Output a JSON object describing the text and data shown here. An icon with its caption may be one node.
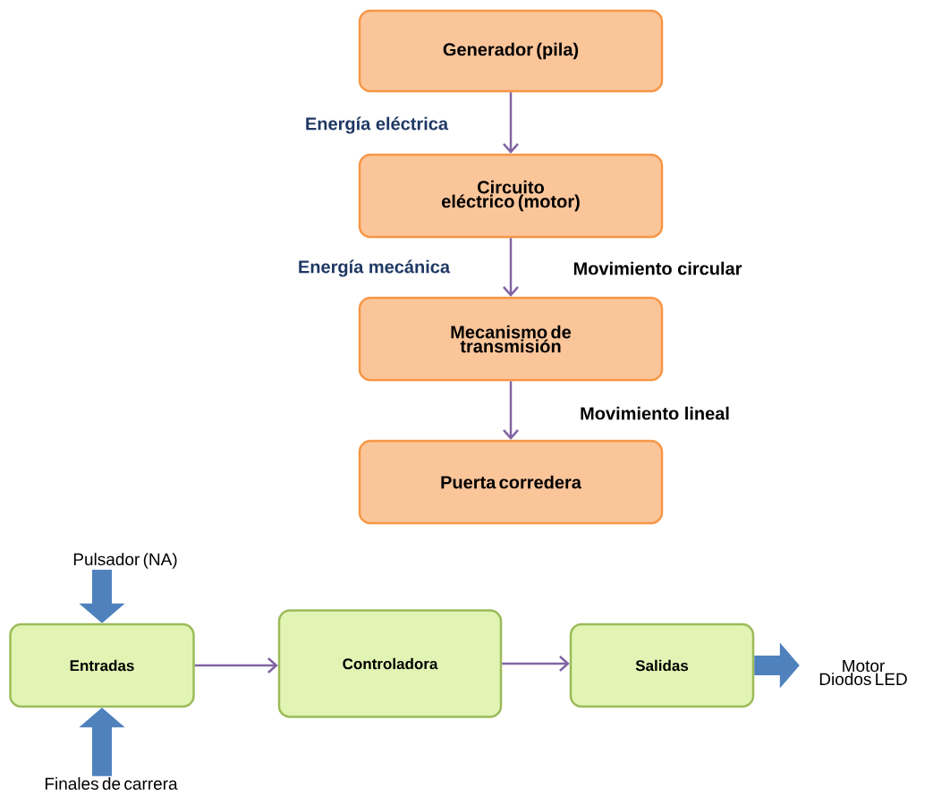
{
  "diagram": {
    "nodes": [
      {
        "text": [
          "Generador (pila)"
        ]
      },
      {
        "text": [
          "Circuito eléctrico (motor)"
        ]
      },
      {
        "text": [
          "Mecanismo de transmisión"
        ]
      },
      {
        "text": [
          "Puerta corredera"
        ]
      },
      {
        "text": [
          "Entradas"
        ]
      },
      {
        "text": [
          "Controladora"
        ]
      },
      {
        "text": [
          "Salidas"
        ]
      },
      {
        "text": [
          "Pulsador (NA)"
        ]
      },
      {
        "text": [
          "Finales de carrera"
        ]
      },
      {
        "text": [
          "Motor",
          "Diodos LED"
        ]
      }
    ],
    "edges": [
      {
        "from": 0,
        "to": 1,
        "arrow": "to",
        "label": "Energía eléctrica"
      },
      {
        "from": 1,
        "to": 2,
        "arrow": "to",
        "label": "Energía mecánica"
      },
      {
        "from": 2,
        "to": 3,
        "arrow": "to",
        "label": "Movimiento lineal"
      },
      {
        "from": 4,
        "to": 5,
        "arrow": "to"
      },
      {
        "from": 5,
        "to": 6,
        "arrow": "to"
      },
      {
        "from": 7,
        "to": 4,
        "arrow": "to",
        "style": "thick",
        "color": "#4f81bd"
      },
      {
        "from": 8,
        "to": 4,
        "arrow": "to",
        "style": "thick",
        "color": "#4f81bd"
      },
      {
        "from": 6,
        "to": 9,
        "arrow": "to",
        "style": "thick",
        "color": "#4f81bd"
      }
    ],
    "labels": [
      "Movimiento circular"
    ]
  }
}
